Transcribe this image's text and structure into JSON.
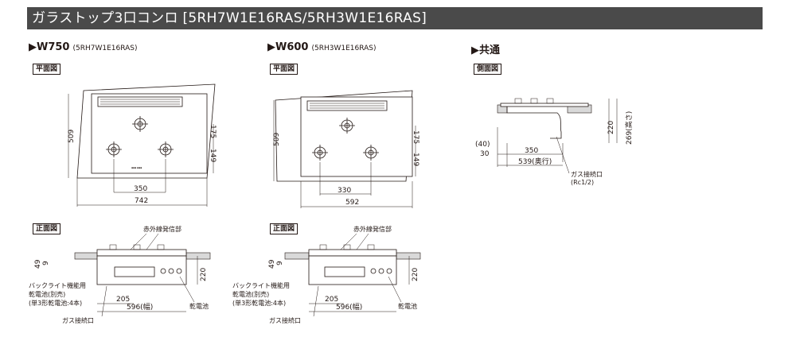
{
  "header": {
    "title": "ガラストップ3口コンロ [5RH7W1E16RAS/5RH3W1E16RAS]"
  },
  "columns": {
    "w750": {
      "heading": "▶W750",
      "code": "(5RH7W1E16RAS)"
    },
    "w600": {
      "heading": "▶W600",
      "code": "(5RH3W1E16RAS)"
    },
    "common": {
      "heading": "▶共通"
    }
  },
  "labels": {
    "plan": "平面図",
    "front": "正面図",
    "side": "側面図"
  },
  "w750_plan": {
    "depth": "509",
    "d175": "175",
    "d149": "149",
    "inner": "350",
    "width": "742"
  },
  "w600_plan": {
    "depth": "509",
    "d175": "175",
    "d149": "149",
    "inner": "330",
    "width": "592"
  },
  "front": {
    "ir": "赤外線発信部",
    "d49": "49",
    "d9": "9",
    "height": "220",
    "battery_note_1": "バックライト機能用",
    "battery_note_2": "乾電池(別売)",
    "battery_note_3": "(単3形乾電池:4本)",
    "d205": "205",
    "width": "596(幅)",
    "battery": "乾電池",
    "gas": "ガス接続口"
  },
  "side": {
    "d40": "(40)",
    "d30": "30",
    "d350": "350",
    "depth": "539(奥行)",
    "h220": "220",
    "h269": "269(高さ)",
    "gas1": "ガス接続口",
    "gas2": "(Rc1/2)"
  }
}
